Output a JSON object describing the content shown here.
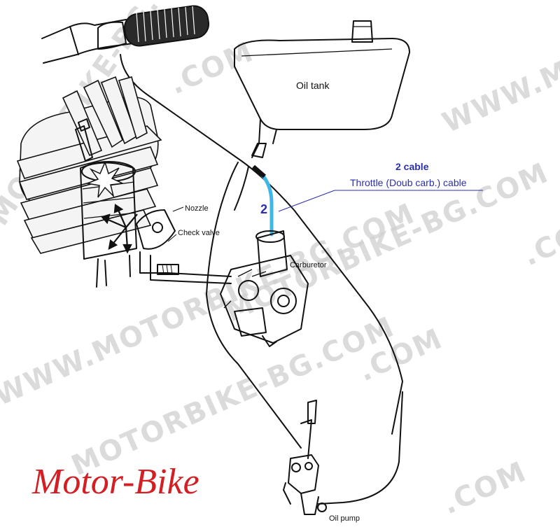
{
  "labels": {
    "oil_tank": "Oil tank",
    "nozzle": "Nozzle",
    "check_valve": "Check valve",
    "carburetor": "Carburetor",
    "oil_pump": "Oil pump"
  },
  "cable_callout": {
    "title": "2 cable",
    "subtitle": "Throttle (Doub carb.) cable",
    "number": "2",
    "color": "#2b2fa8",
    "highlight_color": "#3fb6e8"
  },
  "brand": {
    "text": "Motor-Bike",
    "color": "#d31f23"
  },
  "watermark": {
    "text": "WWW.MOTORBIKE-BG.COM",
    "text_short": "MOTORBIKE-BG.COM",
    "text_com": ".COM"
  }
}
